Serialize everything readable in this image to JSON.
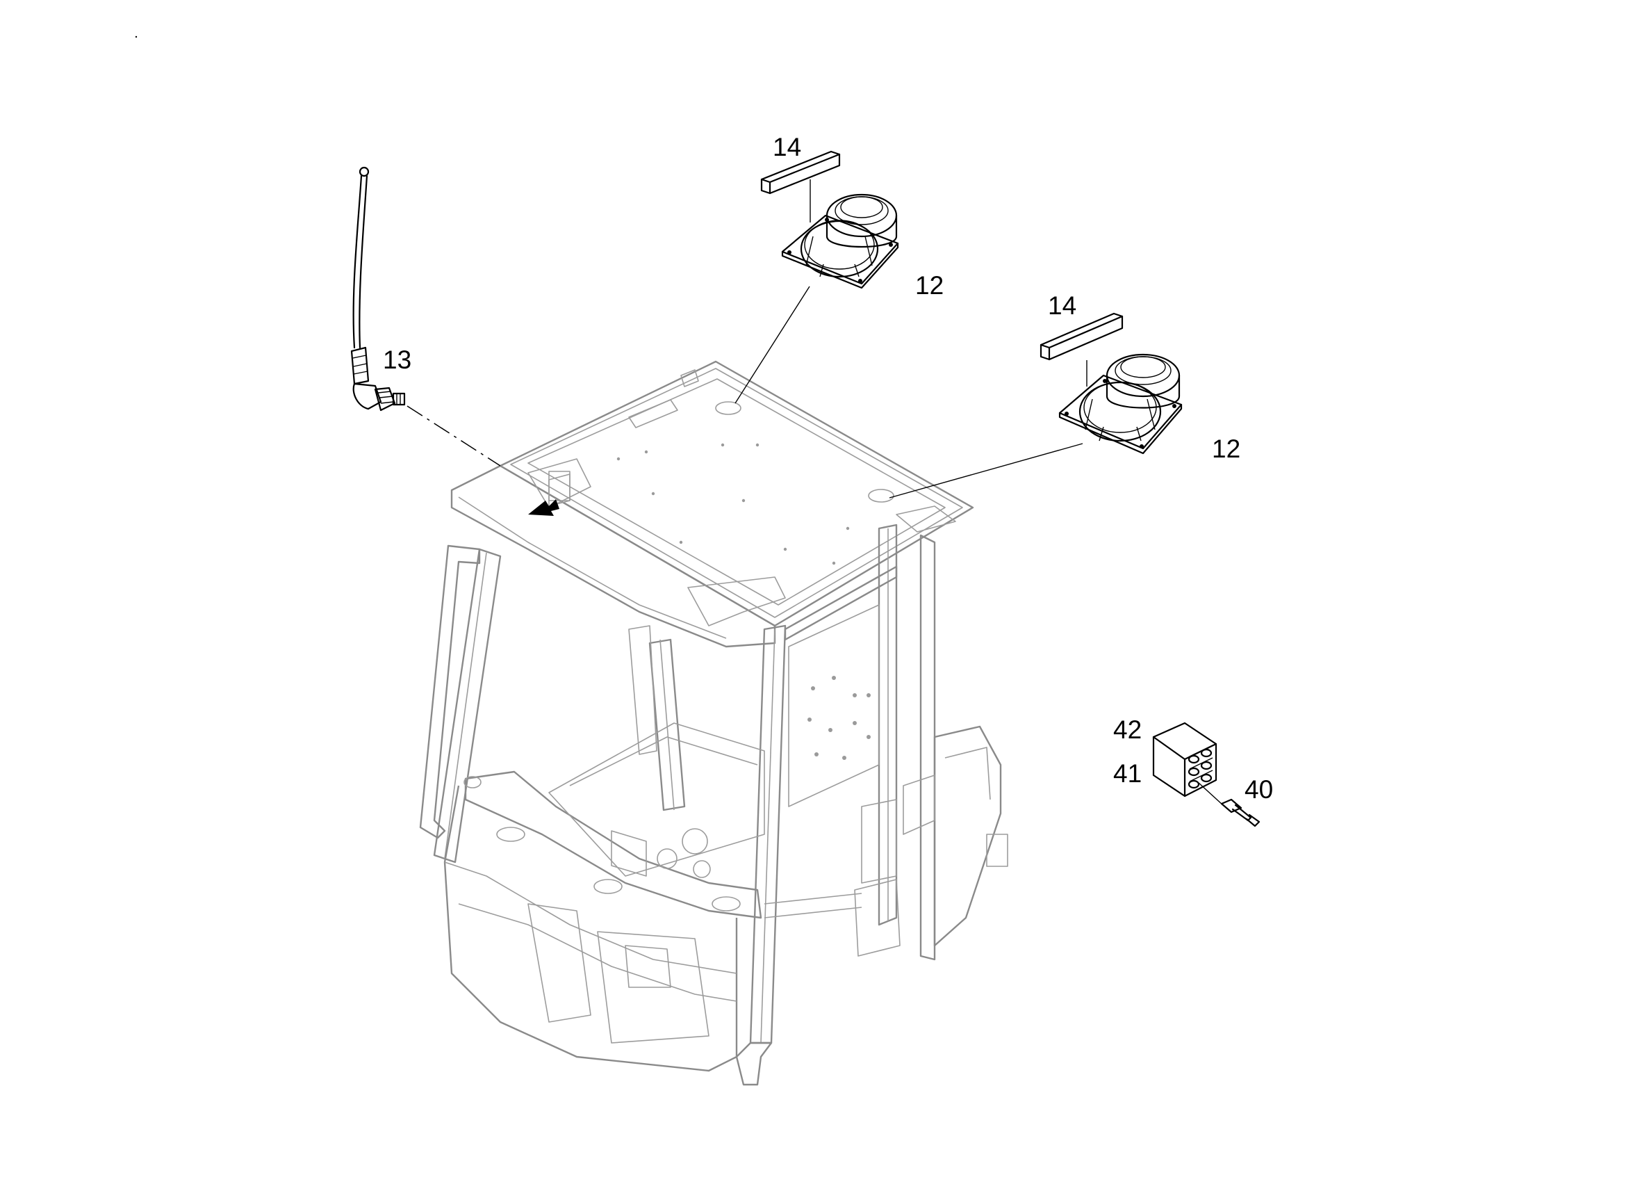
{
  "diagram": {
    "callouts": [
      {
        "id": "c14a",
        "label": "14"
      },
      {
        "id": "c12a",
        "label": "12"
      },
      {
        "id": "c14b",
        "label": "14"
      },
      {
        "id": "c12b",
        "label": "12"
      },
      {
        "id": "c13",
        "label": "13"
      },
      {
        "id": "c42",
        "label": "42"
      },
      {
        "id": "c41",
        "label": "41"
      },
      {
        "id": "c40",
        "label": "40"
      }
    ],
    "parts": [
      {
        "id": "antenna",
        "icon": "antenna-icon"
      },
      {
        "id": "speaker-front",
        "icon": "speaker-icon"
      },
      {
        "id": "speaker-rear",
        "icon": "speaker-icon"
      },
      {
        "id": "foam-pad-front",
        "icon": "foam-pad-icon"
      },
      {
        "id": "foam-pad-rear",
        "icon": "foam-pad-icon"
      },
      {
        "id": "connector-housing",
        "icon": "connector-icon"
      },
      {
        "id": "connector-pin",
        "icon": "pin-icon"
      },
      {
        "id": "cab",
        "icon": "cab-icon"
      }
    ],
    "colors": {
      "linework": "#000000",
      "context_linework": "#8a8a8a",
      "background": "#ffffff"
    }
  }
}
